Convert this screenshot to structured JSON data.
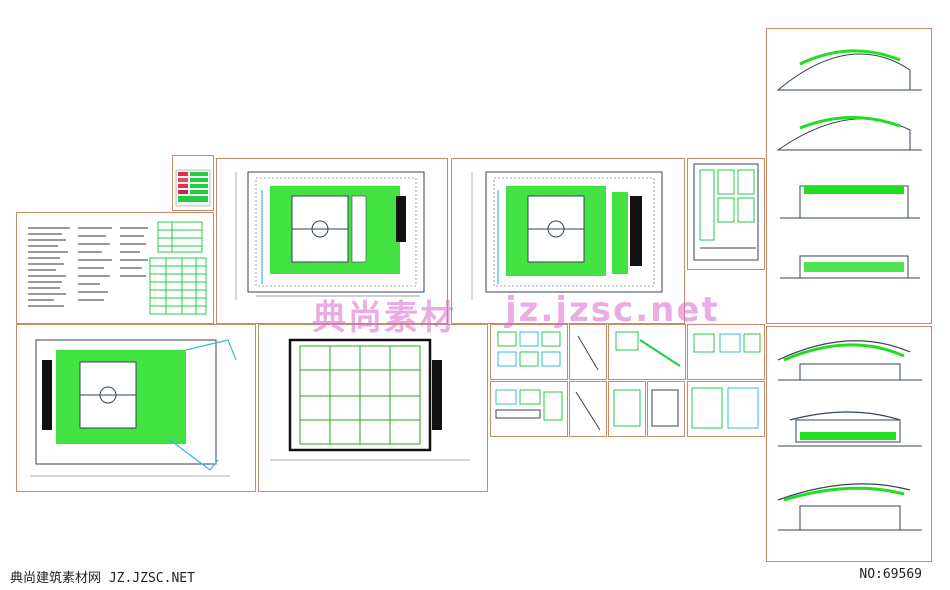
{
  "watermark": {
    "cn": "典尚素材",
    "url": "jz.jzsc.net"
  },
  "footer": {
    "site": "典尚建筑素材网 JZ.JZSC.NET",
    "number": "NO:69569"
  },
  "colors": {
    "background": "#ffffff",
    "sheet_border": "#c98a6a",
    "drawing_green": "#22dd22",
    "drawing_line": "#334455",
    "accent_cyan": "#33bbdd",
    "accent_red": "#dd3333",
    "watermark": "#d96ad0"
  }
}
